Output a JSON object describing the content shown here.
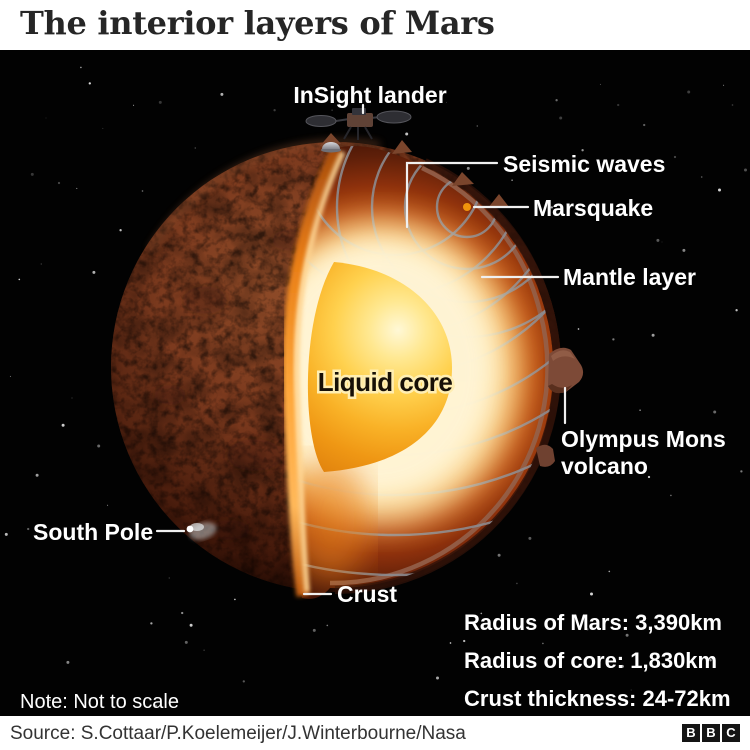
{
  "title": "The interior layers of Mars",
  "diagram": {
    "labels": {
      "insight": "InSight lander",
      "seismic": "Seismic waves",
      "marsquake": "Marsquake",
      "mantle": "Mantle layer",
      "liquid_core": "Liquid core",
      "olympus_1": "Olympus Mons",
      "olympus_2": "volcano",
      "south_pole": "South Pole",
      "crust": "Crust"
    },
    "stats": [
      "Radius of Mars: 3,390km",
      "Radius of core: 1,830km",
      "Crust thickness: 24-72km"
    ],
    "colors": {
      "surface_brown": "#7c3a1e",
      "mantle_orange": "#df7a18",
      "core_yellow": "#ffd14e",
      "seismic_line_gray": "#8d8d92",
      "quake_dot_orange": "#f0940c",
      "label_white": "#ffffff"
    }
  },
  "note": "Note: Not to scale",
  "footer": {
    "source": "Source: S.Cottaar/P.Koelemeijer/J.Winterbourne/Nasa",
    "brand_letters": [
      "B",
      "B",
      "C"
    ]
  }
}
